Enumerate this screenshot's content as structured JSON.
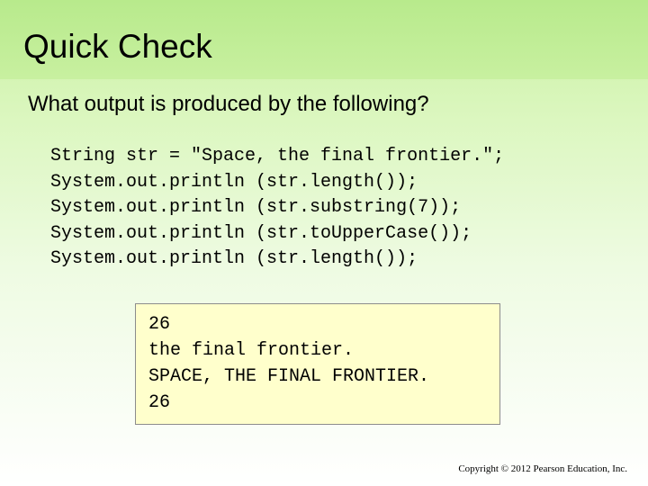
{
  "slide": {
    "title": "Quick Check",
    "question": "What output is produced by the following?",
    "code_lines": [
      "String str = \"Space, the final frontier.\";",
      "System.out.println (str.length());",
      "System.out.println (str.substring(7));",
      "System.out.println (str.toUpperCase());",
      "System.out.println (str.length());"
    ],
    "output_lines": [
      "26",
      "the final frontier.",
      "SPACE, THE FINAL FRONTIER.",
      "26"
    ],
    "copyright": "Copyright © 2012 Pearson Education, Inc."
  },
  "colors": {
    "background_top": "#c8f0a0",
    "background_bottom": "#ffffff",
    "output_box_fill": "#ffffcc",
    "output_box_border": "#8c8c8c",
    "text": "#000000"
  }
}
